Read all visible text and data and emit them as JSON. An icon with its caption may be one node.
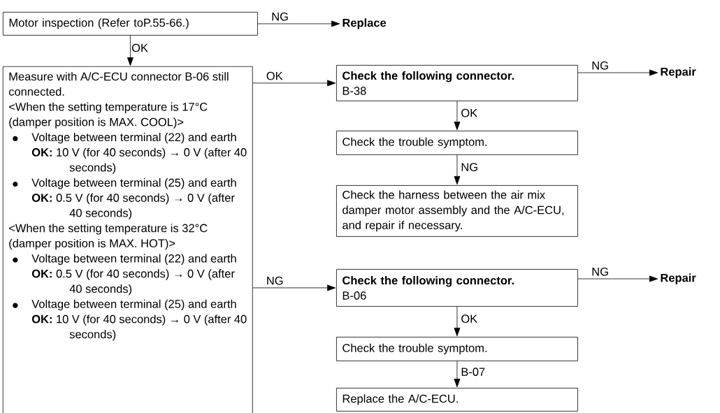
{
  "diagram": {
    "nodes": [
      {
        "text": [
          "Motor inspection (Refer toP.55-66.)"
        ]
      },
      {
        "text": [
          "Replace"
        ]
      },
      {
        "text": [
          "Measure with A/C-ECU connector B-06 still connected.",
          "<When the setting temperature is 17°C (damper position is MAX. COOL)>",
          "Voltage between terminal (22) and earth",
          "**OK:** 10 V (for 40 seconds) → 0 V (after 40 seconds)",
          "Voltage between terminal (25) and earth",
          "**OK:** 0.5 V (for 40 seconds) → 0 V (after 40 seconds)",
          "<When the setting temperature is 32°C (damper position is MAX. HOT)>",
          "Voltage between terminal (22) and earth",
          "**OK:** 0.5 V (for 40 seconds) → 0 V (after 40 seconds)",
          "Voltage between terminal (25) and earth",
          "**OK:** 10 V (for 40 seconds) → 0 V (after 40 seconds)"
        ]
      },
      {
        "text": [
          "Check the following connector.",
          "B-38"
        ]
      },
      {
        "text": [
          "Repair"
        ]
      },
      {
        "text": [
          "Check the trouble symptom."
        ]
      },
      {
        "text": [
          "Check the harness between the air mix damper motor assembly and the A/C-ECU, and repair if necessary."
        ]
      },
      {
        "text": [
          "Check the following connector.",
          "B-06"
        ]
      },
      {
        "text": [
          "Repair"
        ]
      },
      {
        "text": [
          "Check the trouble symptom."
        ]
      },
      {
        "text": [
          "Replace the A/C-ECU."
        ]
      }
    ],
    "edges": [
      {
        "from": 0,
        "to": 1,
        "arrow": "to",
        "label": "NG"
      },
      {
        "from": 0,
        "to": 2,
        "arrow": "to",
        "label": "OK"
      },
      {
        "from": 2,
        "to": 3,
        "arrow": "to",
        "label": "OK"
      },
      {
        "from": 3,
        "to": 4,
        "arrow": "to",
        "label": "NG"
      },
      {
        "from": 3,
        "to": 5,
        "arrow": "to",
        "label": "OK"
      },
      {
        "from": 5,
        "to": 6,
        "arrow": "to",
        "label": "NG"
      },
      {
        "from": 2,
        "to": 7,
        "arrow": "to",
        "label": "NG"
      },
      {
        "from": 7,
        "to": 8,
        "arrow": "to",
        "label": "NG"
      },
      {
        "from": 7,
        "to": 9,
        "arrow": "to",
        "label": "OK"
      },
      {
        "from": 9,
        "to": 10,
        "arrow": "to",
        "label": "B-07"
      }
    ]
  }
}
